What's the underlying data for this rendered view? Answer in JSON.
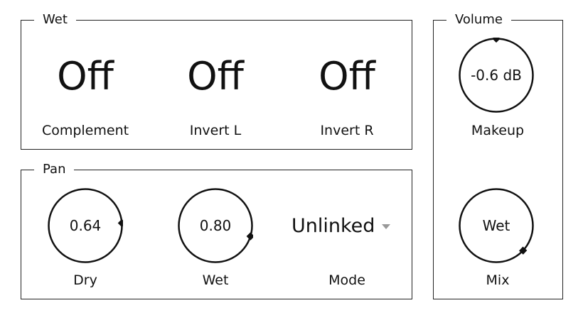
{
  "wet_group": {
    "title": "Wet",
    "controls": [
      {
        "value": "Off",
        "label": "Complement"
      },
      {
        "value": "Off",
        "label": "Invert L"
      },
      {
        "value": "Off",
        "label": "Invert R"
      }
    ]
  },
  "pan_group": {
    "title": "Pan",
    "dry": {
      "value": "0.64",
      "label": "Dry"
    },
    "wet": {
      "value": "0.80",
      "label": "Wet"
    },
    "mode": {
      "value": "Unlinked",
      "label": "Mode",
      "icon": "dropdown-caret-icon"
    }
  },
  "volume_group": {
    "title": "Volume",
    "makeup": {
      "value": "-0.6 dB",
      "label": "Makeup"
    },
    "mix": {
      "value": "Wet",
      "label": "Mix"
    }
  }
}
